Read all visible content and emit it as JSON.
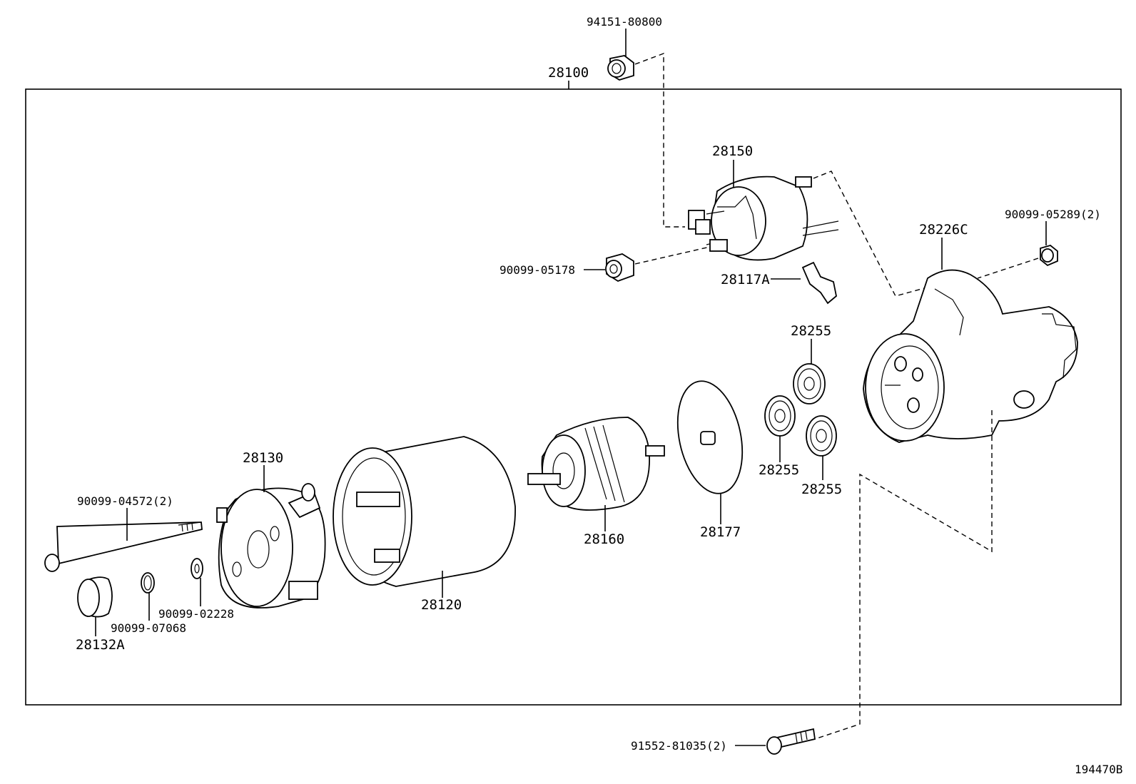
{
  "diagram": {
    "ref_code": "194470B",
    "assembly_label": "28100",
    "labels": {
      "p94151_80800": "94151-80800",
      "p28150": "28150",
      "p90099_05178": "90099-05178",
      "p28117A": "28117A",
      "p28226C": "28226C",
      "p90099_05289": "90099-05289(2)",
      "p28255_top": "28255",
      "p28255_left": "28255",
      "p28255_right": "28255",
      "p28177": "28177",
      "p28160": "28160",
      "p28120": "28120",
      "p28130": "28130",
      "p90099_04572": "90099-04572(2)",
      "p90099_02228": "90099-02228",
      "p90099_07068": "90099-07068",
      "p28132A": "28132A",
      "p91552_81035": "91552-81035(2)"
    }
  }
}
